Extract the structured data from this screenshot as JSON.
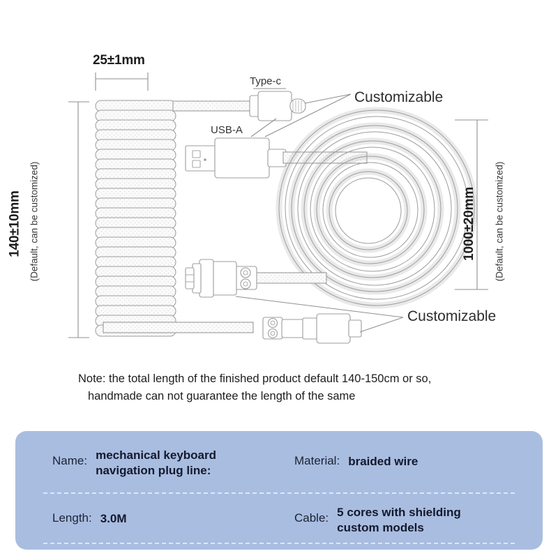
{
  "diagram": {
    "dimensions": {
      "top_width": {
        "value": "25±1mm"
      },
      "left_height": {
        "value": "140±10mm",
        "note": "(Default, can be customized)"
      },
      "right_height": {
        "value": "1000±20mm",
        "note": "(Default, can be customized)"
      }
    },
    "callouts": {
      "type_c": "Type-c",
      "usb_a": "USB-A",
      "customizable_top": "Customizable",
      "customizable_bottom": "Customizable"
    }
  },
  "note": {
    "line1": "Note: the total length of the finished product default 140-150cm or so,",
    "line2": "handmade can not guarantee the length of the same"
  },
  "spec_panel": {
    "background_color": "#a9bde1",
    "rows": [
      {
        "left": {
          "label": "Name:",
          "value": "mechanical keyboard\nnavigation plug line:"
        },
        "right": {
          "label": "Material:",
          "value": "braided wire"
        }
      },
      {
        "left": {
          "label": "Length:",
          "value": "3.0M"
        },
        "right": {
          "label": "Cable:",
          "value": "5 cores with shielding\ncustom models"
        }
      }
    ]
  }
}
